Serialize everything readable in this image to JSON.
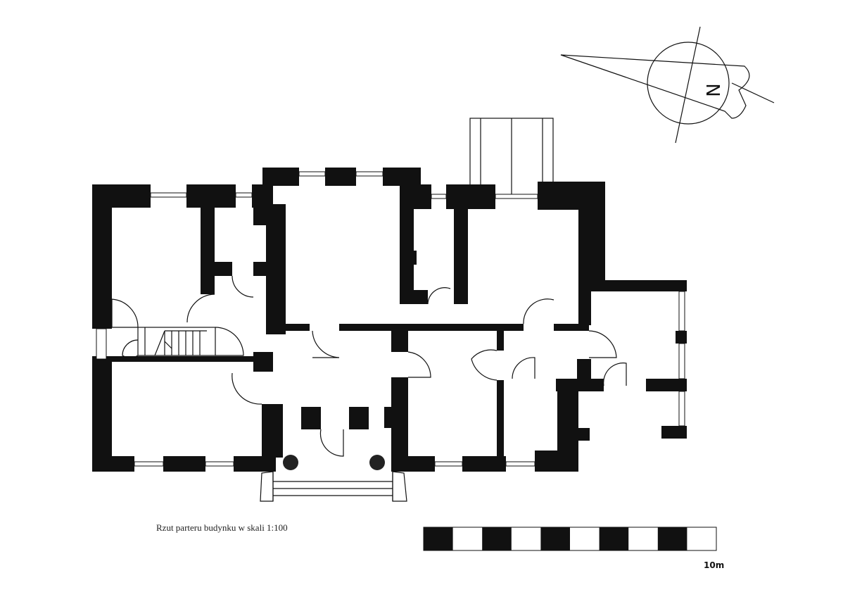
{
  "caption": "Rzut parteru budynku w skali 1:100",
  "north_arrow": {
    "letter": "N",
    "icon": "north-arrow-icon"
  },
  "scale_bar": {
    "label": "10m",
    "segments": 10
  },
  "colors": {
    "wall": "#111111",
    "background": "#ffffff"
  }
}
